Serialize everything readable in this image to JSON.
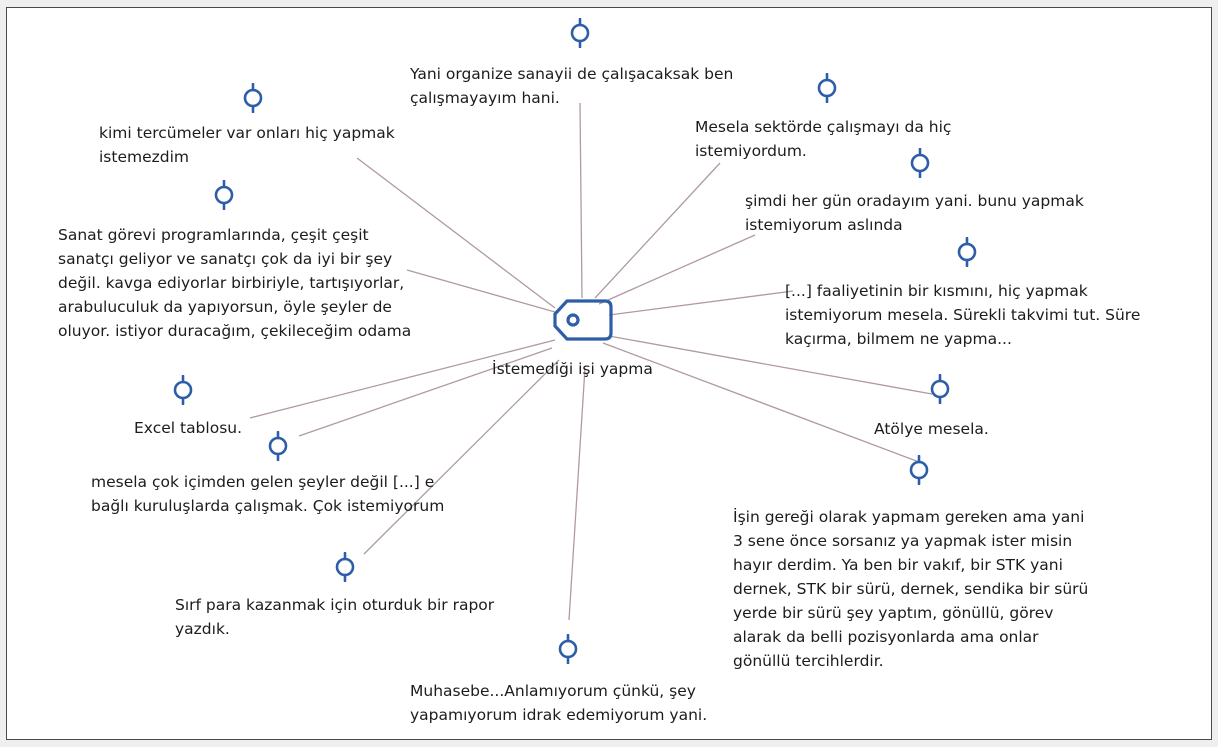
{
  "diagram": {
    "center": {
      "label": "İstemediği işi yapma",
      "icon": "tag-icon",
      "color": "#2e5ea8"
    },
    "link_color": "#b09aa0",
    "pin_icon": "pin-icon",
    "nodes": [
      {
        "id": "yani-organize",
        "lines": [
          "Yani organize sanayii de çalışacaksak ben",
          "çalışmayayım hani."
        ]
      },
      {
        "id": "kimi-tercumeler",
        "lines": [
          "kimi tercümeler var onları hiç yapmak",
          "istemezdim"
        ]
      },
      {
        "id": "mesela-sektorde",
        "lines": [
          "Mesela sektörde çalışmayı da hiç",
          "istemiyordum."
        ]
      },
      {
        "id": "simdi-her-gun",
        "lines": [
          "şimdi her gün oradayım yani. bunu yapmak",
          "istemiyorum aslında"
        ]
      },
      {
        "id": "sanat-gorevi",
        "lines": [
          "Sanat görevi programlarında, çeşit çeşit",
          "sanatçı geliyor ve sanatçı çok da iyi bir şey",
          "değil. kavga ediyorlar birbiriyle, tartışıyorlar,",
          "arabuluculuk da yapıyorsun, öyle şeyler de",
          "oluyor. istiyor duracağım, çekileceğim odama"
        ]
      },
      {
        "id": "faaliyetinin",
        "lines": [
          "[...] faaliyetinin bir kısmını, hiç yapmak",
          "istemiyorum mesela. Sürekli takvimi tut. Süre",
          "kaçırma, bilmem ne yapma..."
        ]
      },
      {
        "id": "excel",
        "lines": [
          "Excel tablosu."
        ]
      },
      {
        "id": "atolye",
        "lines": [
          "Atölye mesela."
        ]
      },
      {
        "id": "mesela-cok",
        "lines": [
          "mesela çok içimden gelen şeyler değil [...] e",
          "bağlı kuruluşlarda çalışmak. Çok istemiyorum"
        ]
      },
      {
        "id": "isin-geregi",
        "lines": [
          "İşin gereği olarak yapmam gereken ama yani",
          "3 sene önce sorsanız ya yapmak ister misin",
          "hayır derdim. Ya ben bir vakıf, bir STK yani",
          "dernek, STK bir sürü, dernek, sendika bir sürü",
          "yerde bir sürü şey yaptım, gönüllü, görev",
          "alarak da belli pozisyonlarda ama onlar",
          "gönüllü tercihlerdir."
        ]
      },
      {
        "id": "sirf-para",
        "lines": [
          "Sırf para kazanmak için oturduk bir rapor",
          "yazdık."
        ]
      },
      {
        "id": "muhasebe",
        "lines": [
          "Muhasebe...Anlamıyorum çünkü, şey",
          "yapamıyorum idrak edemiyorum yani."
        ]
      }
    ]
  }
}
